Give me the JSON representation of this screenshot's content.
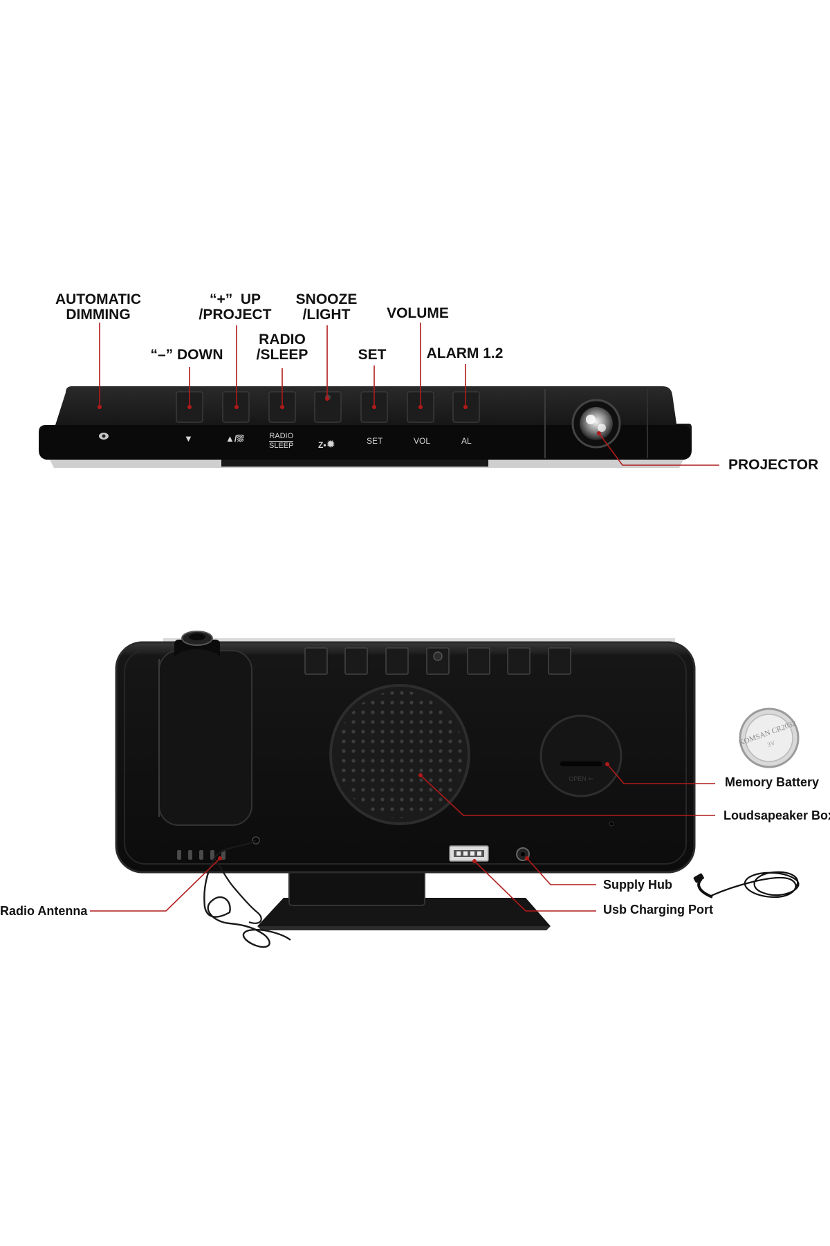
{
  "top_callouts": {
    "automatic_dimming": "AUTOMATIC\nDIMMING",
    "down": "“–”  DOWN",
    "up_project": "“+”  UP\n/PROJECT",
    "radio_sleep": "RADIO\n/SLEEP",
    "snooze_light": "SNOOZE\n/LIGHT",
    "set": "SET",
    "volume": "VOLUME",
    "alarm": "ALARM 1.2",
    "projector": "PROJECTOR"
  },
  "panel_print": {
    "down_symbol": "▼",
    "up_symbol": "▲/",
    "radio": "RADIO",
    "sleep": "SLEEP",
    "snooze_z": "Z•",
    "set": "SET",
    "vol": "VOL",
    "al": "AL"
  },
  "back_callouts": {
    "memory_battery": "Memory Battery",
    "loudspeaker_box": "Loudsapeaker Box",
    "supply_hub": "Supply Hub",
    "usb_charging_port": "Usb Charging Port",
    "radio_antenna": "Radio Antenna"
  },
  "colors": {
    "leader_line": "#b11a1a",
    "device_body": "#111111",
    "device_button": "#1d1d1d"
  }
}
